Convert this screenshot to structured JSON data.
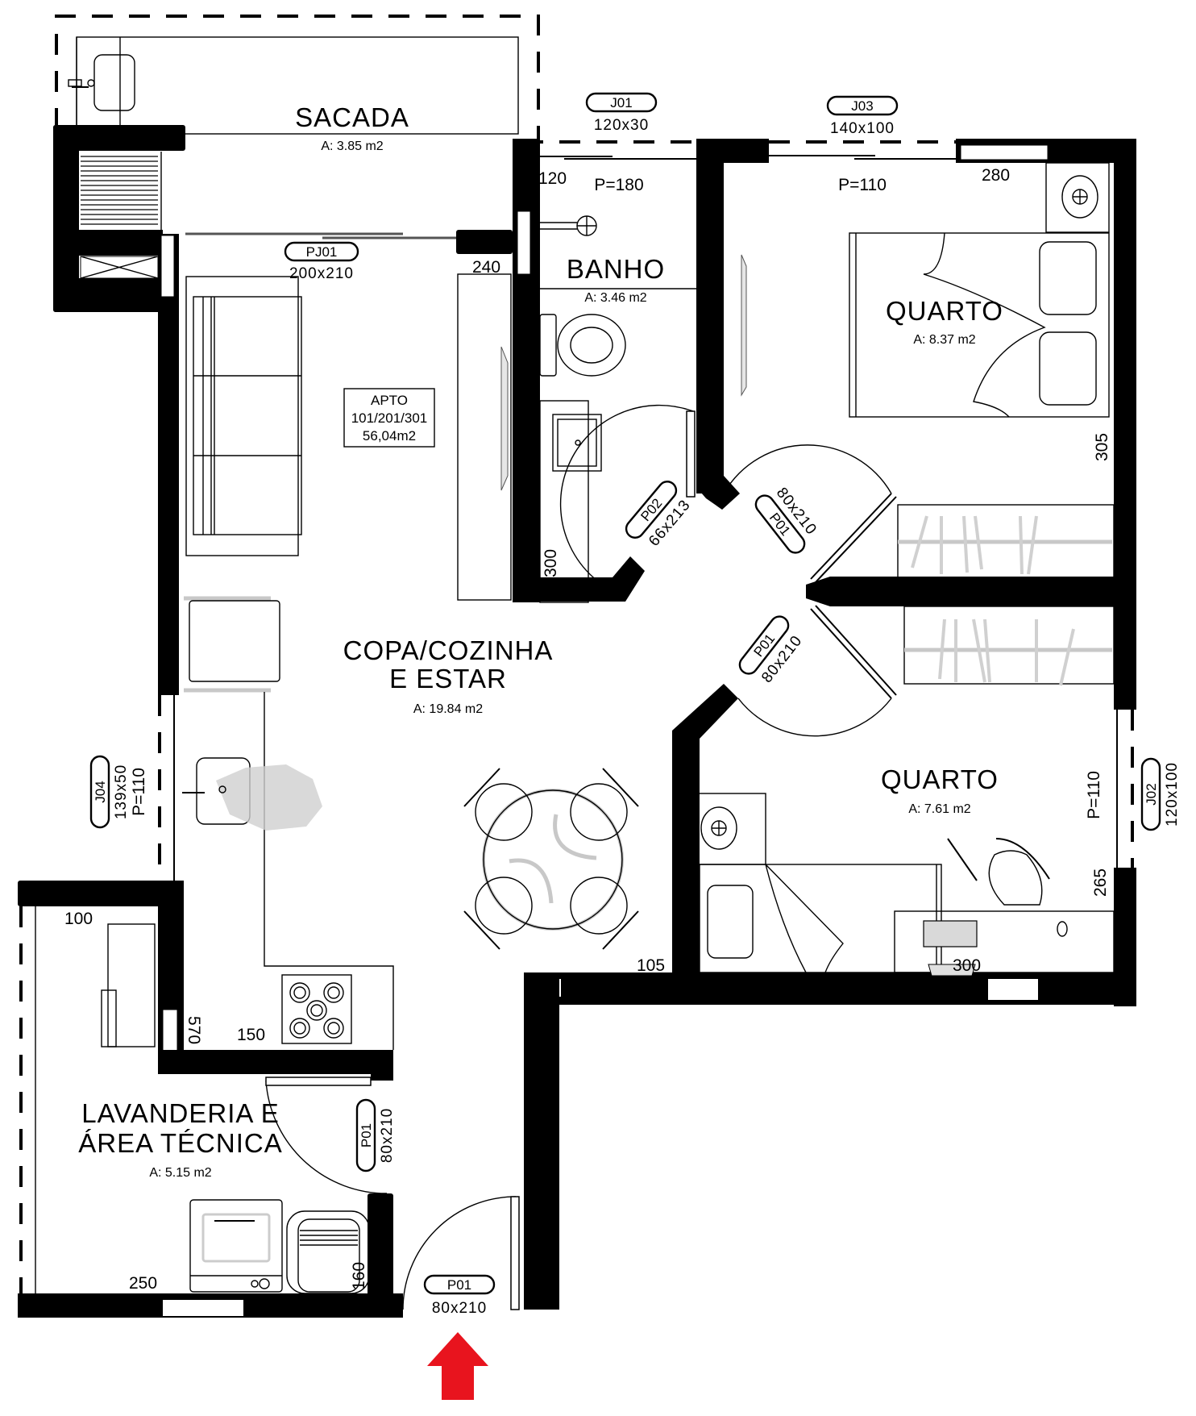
{
  "plan": {
    "apartment": {
      "label": "APTO",
      "units": "101/201/301",
      "total_area": "56,04m2"
    },
    "rooms": {
      "sacada": {
        "name": "SACADA",
        "area": "A: 3.85 m2"
      },
      "banho": {
        "name": "BANHO",
        "area": "A: 3.46 m2"
      },
      "quarto1": {
        "name": "QUARTO",
        "area": "A: 8.37 m2"
      },
      "copa": {
        "name_line1": "COPA/COZINHA",
        "name_line2": "E ESTAR",
        "area": "A: 19.84 m2"
      },
      "quarto2": {
        "name": "QUARTO",
        "area": "A: 7.61 m2"
      },
      "lavanderia": {
        "name_line1": "LAVANDERIA E",
        "name_line2": "ÁREA TÉCNICA",
        "area": "A: 5.15 m2"
      }
    },
    "openings": {
      "j01": {
        "code": "J01",
        "size": "120x30"
      },
      "j03": {
        "code": "J03",
        "size": "140x100"
      },
      "pj01": {
        "code": "PJ01",
        "size": "200x210"
      },
      "p02": {
        "code": "P02",
        "size": "66x213"
      },
      "p01_quarto1": {
        "code": "P01",
        "size": "80x210"
      },
      "p01_quarto2": {
        "code": "P01",
        "size": "80x210"
      },
      "j04": {
        "code": "J04",
        "size": "139x50",
        "sill": "P=110"
      },
      "j02": {
        "code": "J02",
        "size": "120x100",
        "sill": "P=110"
      },
      "p01_lavanderia": {
        "code": "P01",
        "size": "80x210"
      },
      "p01_entrada": {
        "code": "P01",
        "size": "80x210"
      }
    },
    "sill_heights": {
      "banho": "P=180",
      "quarto1": "P=110"
    },
    "dimensions": {
      "d120": "120",
      "d280": "280",
      "d240": "240",
      "d305": "305",
      "d300_banho": "300",
      "d265": "265",
      "d105": "105",
      "d300_quarto": "300",
      "d100": "100",
      "d570": "570",
      "d150": "150",
      "d250": "250",
      "d160": "160"
    },
    "entrance_arrow": {
      "color": "#e8141e",
      "direction": "up"
    }
  }
}
